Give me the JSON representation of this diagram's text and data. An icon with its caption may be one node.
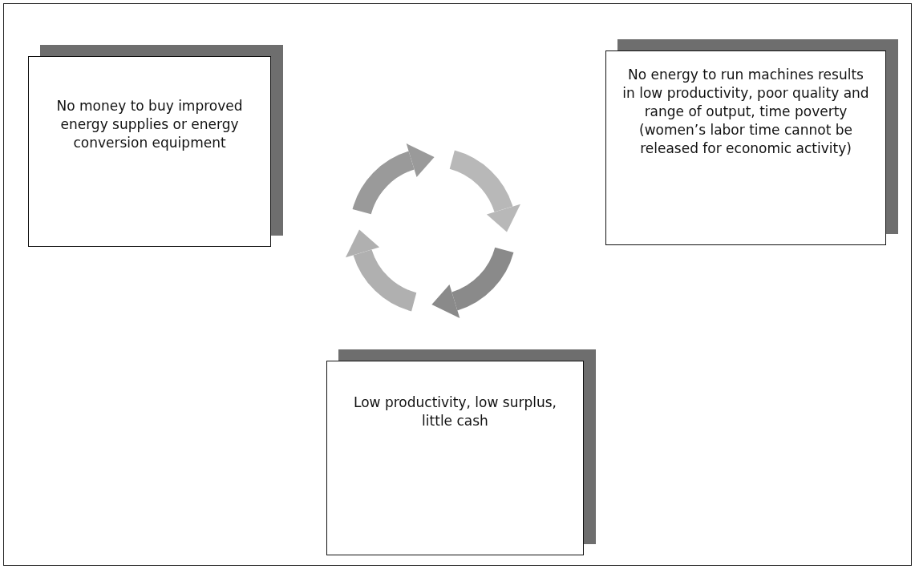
{
  "diagram": {
    "nodes": [
      {
        "text": [
          "No money to buy improved energy supplies or energy conversion equipment"
        ]
      },
      {
        "text": [
          "No energy to run machines results in low productivity, poor quality and range of output, time poverty (women’s labor time cannot be released for economic activity)"
        ]
      },
      {
        "text": [
          "Low productivity, low surplus, little cash"
        ]
      }
    ]
  }
}
